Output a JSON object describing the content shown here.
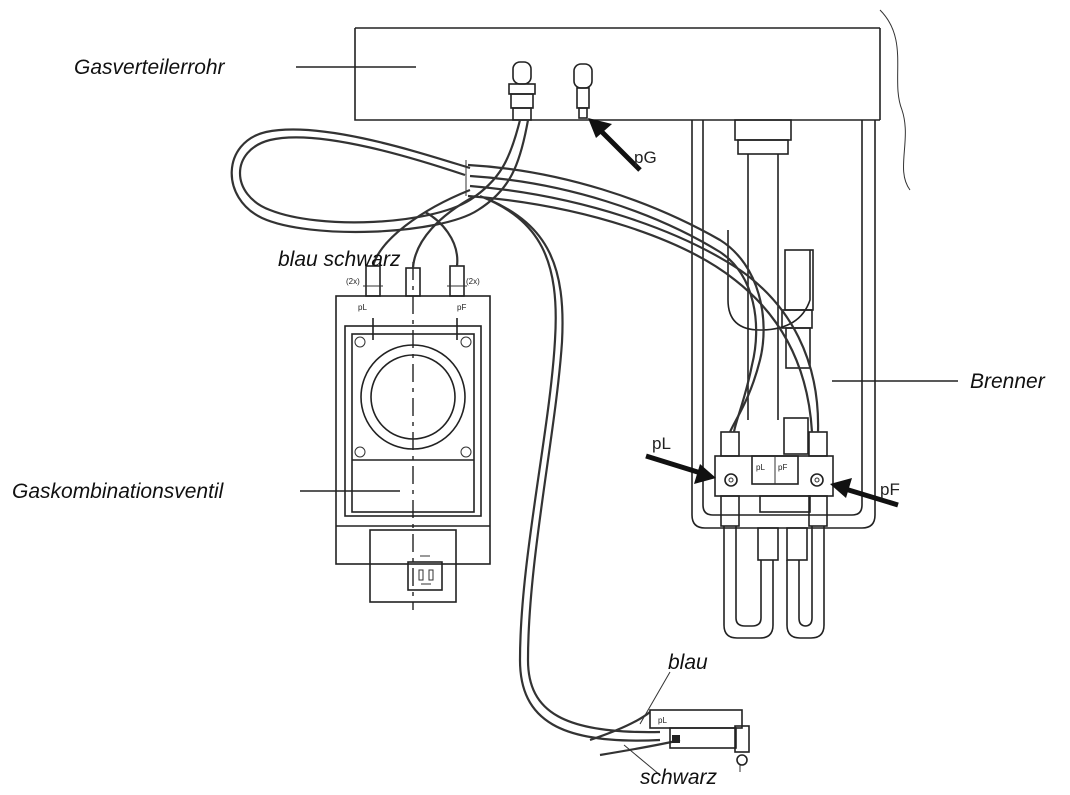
{
  "labels": {
    "gasverteilerrohr": "Gasverteilerrohr",
    "blau_schwarz": "blau schwarz",
    "gaskombinationsventil": "Gaskombinationsventil",
    "brenner": "Brenner",
    "pG": "pG",
    "pL_left": "pL",
    "pF_right": "pF",
    "blau": "blau",
    "schwarz": "schwarz"
  },
  "small_marks": {
    "valve_pL": "pL",
    "valve_pF": "pF",
    "valve_2x_left": "(2x)",
    "valve_2x_right": "(2x)",
    "burner_pL": "pL",
    "burner_pF": "pF",
    "gauge_pL": "pL"
  },
  "colors": {
    "line": "#222222",
    "background": "#ffffff"
  }
}
